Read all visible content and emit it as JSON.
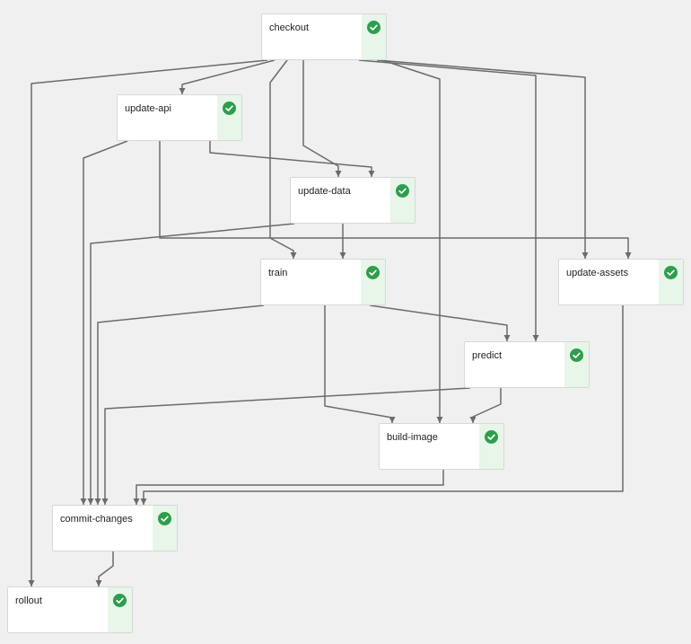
{
  "graph": {
    "nodes": [
      {
        "id": "checkout",
        "label": "checkout",
        "status": "success"
      },
      {
        "id": "update-api",
        "label": "update-api",
        "status": "success"
      },
      {
        "id": "update-data",
        "label": "update-data",
        "status": "success"
      },
      {
        "id": "train",
        "label": "train",
        "status": "success"
      },
      {
        "id": "update-assets",
        "label": "update-assets",
        "status": "success"
      },
      {
        "id": "predict",
        "label": "predict",
        "status": "success"
      },
      {
        "id": "build-image",
        "label": "build-image",
        "status": "success"
      },
      {
        "id": "commit-changes",
        "label": "commit-changes",
        "status": "success"
      },
      {
        "id": "rollout",
        "label": "rollout",
        "status": "success"
      }
    ],
    "edges": [
      {
        "from": "checkout",
        "to": "rollout"
      },
      {
        "from": "checkout",
        "to": "update-api"
      },
      {
        "from": "checkout",
        "to": "update-data"
      },
      {
        "from": "update-api",
        "to": "update-data"
      },
      {
        "from": "checkout",
        "to": "train"
      },
      {
        "from": "update-data",
        "to": "train"
      },
      {
        "from": "checkout",
        "to": "update-assets"
      },
      {
        "from": "update-api",
        "to": "update-assets"
      },
      {
        "from": "checkout",
        "to": "predict"
      },
      {
        "from": "train",
        "to": "predict"
      },
      {
        "from": "checkout",
        "to": "build-image"
      },
      {
        "from": "train",
        "to": "build-image"
      },
      {
        "from": "predict",
        "to": "build-image"
      },
      {
        "from": "commit-changes",
        "to": "rollout"
      },
      {
        "from": "update-api",
        "to": "commit-changes"
      },
      {
        "from": "update-data",
        "to": "commit-changes"
      },
      {
        "from": "train",
        "to": "commit-changes"
      },
      {
        "from": "update-assets",
        "to": "commit-changes"
      },
      {
        "from": "build-image",
        "to": "commit-changes"
      },
      {
        "from": "predict",
        "to": "commit-changes"
      }
    ],
    "colors": {
      "canvas_bg": "#f0f0f0",
      "node_bg": "#ffffff",
      "node_border": "#d8d8d8",
      "status_strip": "#e8f5e9",
      "status_success": "#2e9e4c",
      "edge": "#6b6b6b"
    }
  }
}
